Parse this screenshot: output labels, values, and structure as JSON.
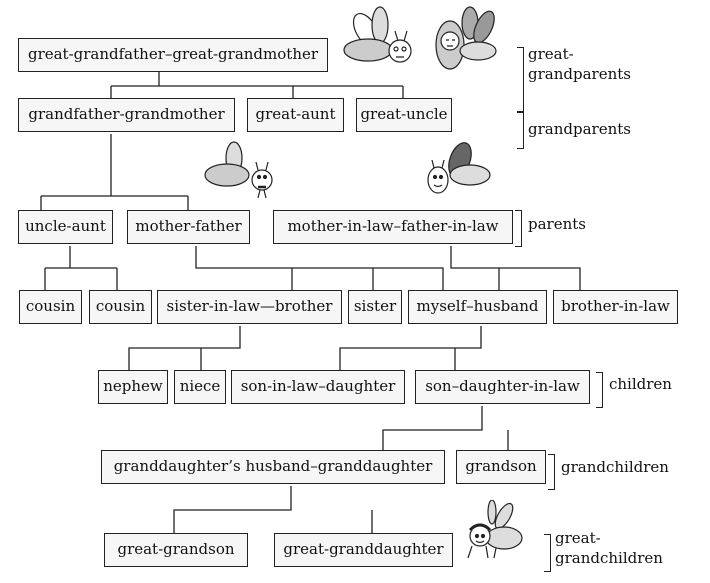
{
  "boxes": {
    "great_grandparents": "great-grandfather–great-grandmother",
    "grandparents": "grandfather-grandmother",
    "great_aunt": "great-aunt",
    "great_uncle": "great-uncle",
    "uncle_aunt": "uncle-aunt",
    "mother_father": "mother-father",
    "in_laws": "mother-in-law–father-in-law",
    "cousin1": "cousin",
    "cousin2": "cousin",
    "sister_brother": "sister-in-law—brother",
    "sister": "sister",
    "myself_husband": "myself–husband",
    "brother_in_law": "brother-in-law",
    "nephew": "nephew",
    "niece": "niece",
    "son_in_law_daughter": "son-in-law–daughter",
    "son_daughter_in_law": "son–daughter-in-law",
    "granddaughter_couple": "granddaughter’s husband–granddaughter",
    "grandson": "grandson",
    "great_grandson": "great-grandson",
    "great_granddaughter": "great-granddaughter"
  },
  "generations": {
    "great_grandparents_1": "great-",
    "great_grandparents_2": "grandparents",
    "grandparents": "grandparents",
    "parents": "parents",
    "children": "children",
    "grandchildren": "grandchildren",
    "great_grandchildren_1": "great-",
    "great_grandchildren_2": "grandchildren"
  }
}
